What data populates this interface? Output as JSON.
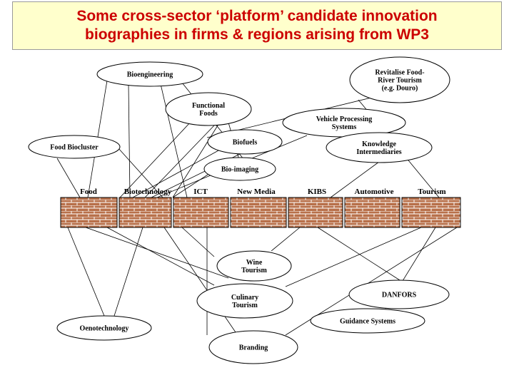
{
  "title": {
    "line1": "Some cross-sector ‘platform’ candidate innovation",
    "line2": "biographies in firms & regions arising from WP3"
  },
  "colors": {
    "title_text": "#cc0000",
    "title_bg": "#ffffcc",
    "brick": "#b8704a",
    "mortar": "#ffffff",
    "outline": "#000000"
  },
  "sectors": [
    {
      "id": "food",
      "label": "Food"
    },
    {
      "id": "biotechnology",
      "label": "Biotechnology"
    },
    {
      "id": "ict",
      "label": "ICT"
    },
    {
      "id": "new-media",
      "label": "New Media"
    },
    {
      "id": "kibs",
      "label": "KIBS"
    },
    {
      "id": "automotive",
      "label": "Automotive"
    },
    {
      "id": "tourism",
      "label": "Tourism"
    }
  ],
  "platforms_upper": [
    {
      "id": "bioengineering",
      "lines": [
        "Bioengineering"
      ]
    },
    {
      "id": "revitalise",
      "lines": [
        "Revitalise Food-",
        "River Tourism",
        "(e.g. Douro)"
      ]
    },
    {
      "id": "functional-foods",
      "lines": [
        "Functional",
        "Foods"
      ]
    },
    {
      "id": "vehicle-processing",
      "lines": [
        "Vehicle Processing",
        "Systems"
      ]
    },
    {
      "id": "food-biocluster",
      "lines": [
        "Food Biocluster"
      ]
    },
    {
      "id": "biofuels",
      "lines": [
        "Biofuels"
      ]
    },
    {
      "id": "knowledge-intermediaries",
      "lines": [
        "Knowledge",
        "Intermediaries"
      ]
    },
    {
      "id": "bio-imaging",
      "lines": [
        "Bio-imaging"
      ]
    }
  ],
  "platforms_lower": [
    {
      "id": "wine-tourism",
      "lines": [
        "Wine",
        "Tourism"
      ]
    },
    {
      "id": "culinary-tourism",
      "lines": [
        "Culinary",
        "Tourism"
      ]
    },
    {
      "id": "danfors",
      "lines": [
        "DANFORS"
      ]
    },
    {
      "id": "oenotechnology",
      "lines": [
        "Oenotechnology"
      ]
    },
    {
      "id": "guidance-systems",
      "lines": [
        "Guidance Systems"
      ]
    },
    {
      "id": "branding",
      "lines": [
        "Branding"
      ]
    }
  ]
}
